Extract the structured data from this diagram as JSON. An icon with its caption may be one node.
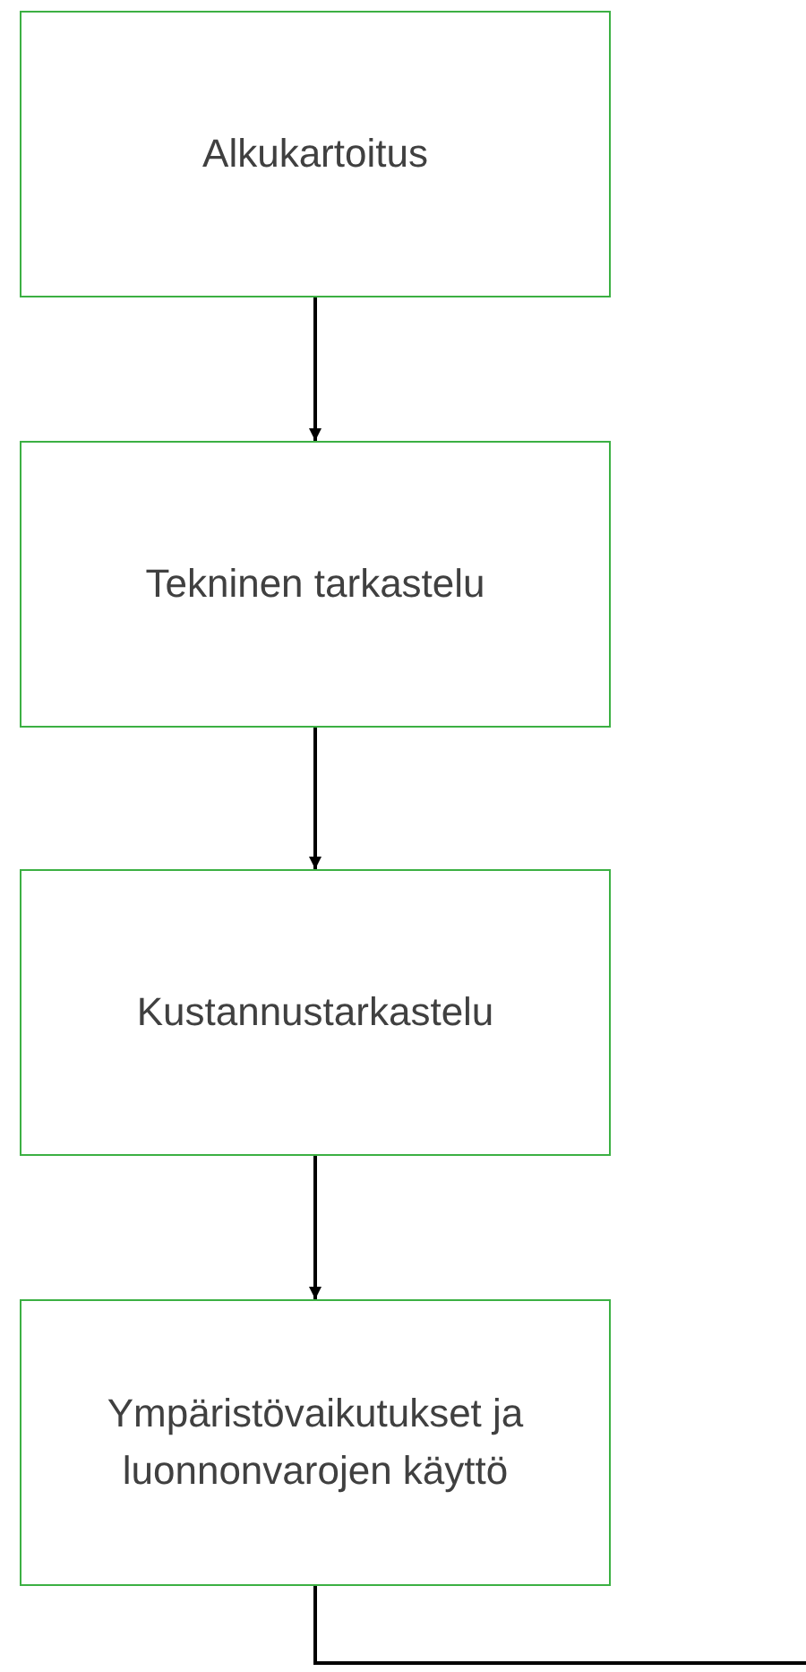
{
  "diagram": {
    "nodes": [
      {
        "text": [
          "Alkukartoitus"
        ]
      },
      {
        "text": [
          "Tekninen tarkastelu"
        ]
      },
      {
        "text": [
          "Kustannustarkastelu"
        ]
      },
      {
        "text": [
          "Ympäristövaikutukset ja luonnonvarojen käyttö"
        ]
      }
    ],
    "edges": [
      {
        "from": 0,
        "to": 1,
        "arrow": "to"
      },
      {
        "from": 1,
        "to": 2,
        "arrow": "to"
      },
      {
        "from": 2,
        "to": 3,
        "arrow": "to"
      },
      {
        "from": 3,
        "to": null,
        "arrow": "none"
      }
    ]
  }
}
